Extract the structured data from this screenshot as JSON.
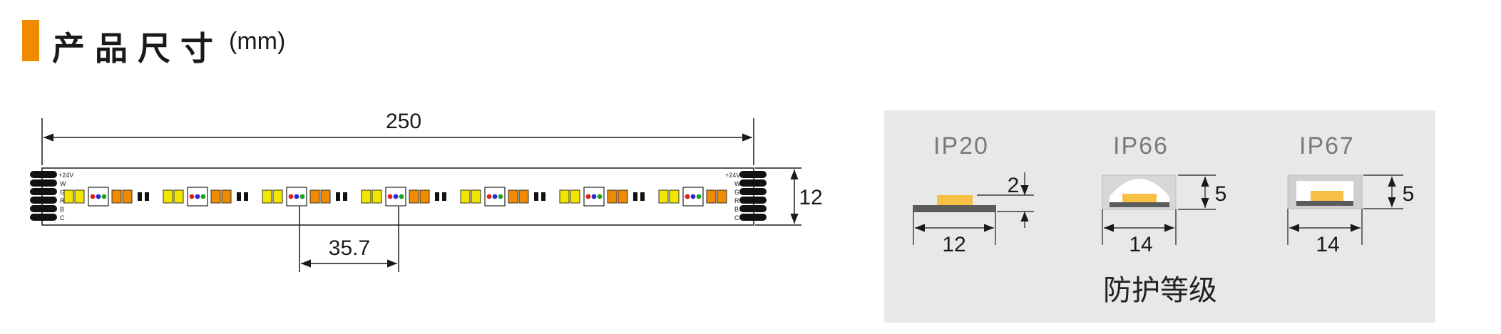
{
  "header": {
    "title": "产品尺寸",
    "unit": "(mm)",
    "accent_color": "#f08a00"
  },
  "strip": {
    "length": "250",
    "width": "12",
    "pitch": "35.7",
    "pin_labels": [
      "+24V",
      "W",
      "G",
      "R",
      "B",
      "C"
    ],
    "segments": 7,
    "colors": {
      "white_led": "#f2e600",
      "orange_led": "#f08a00",
      "rgb": [
        "#e02020",
        "#2a2ad0",
        "#1fa21f"
      ]
    }
  },
  "ip_panel": {
    "caption": "防护等级",
    "background": "#e8e8e7",
    "items": [
      {
        "label": "IP20",
        "width": "12",
        "height": "2"
      },
      {
        "label": "IP66",
        "width": "14",
        "height": "5"
      },
      {
        "label": "IP67",
        "width": "14",
        "height": "5"
      }
    ]
  }
}
